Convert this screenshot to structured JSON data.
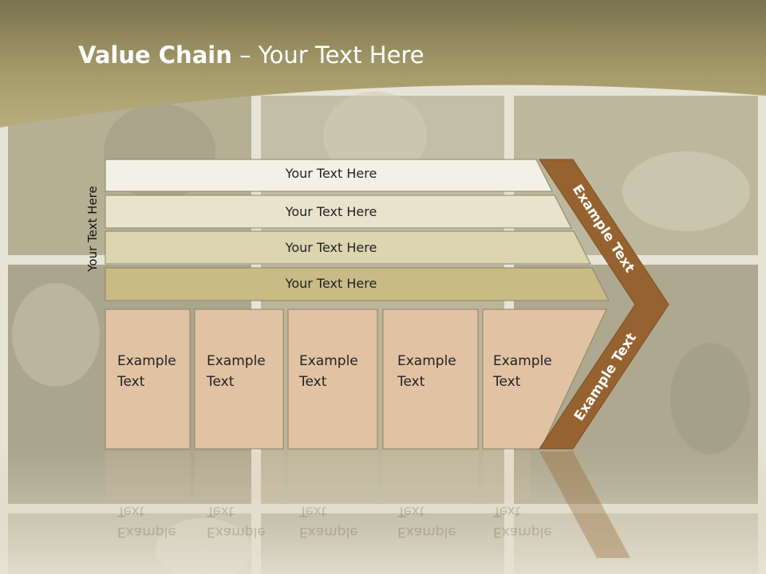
{
  "title": {
    "bold": "Value Chain",
    "rest": " – Your Text Here"
  },
  "side_label": "Your Text Here",
  "rows": [
    "Your Text Here",
    "Your Text Here",
    "Your Text Here",
    "Your Text Here"
  ],
  "boxes": [
    {
      "line1": "Example",
      "line2": "Text"
    },
    {
      "line1": "Example",
      "line2": "Text"
    },
    {
      "line1": "Example",
      "line2": "Text"
    },
    {
      "line1": "Example",
      "line2": "Text"
    },
    {
      "line1": "Example",
      "line2": "Text"
    }
  ],
  "chevron": {
    "upper": "Example Text",
    "lower": "Example Text"
  },
  "colors": {
    "header": "#a99f6d",
    "row1": "#f3f1e6",
    "row2": "#e9e3cd",
    "row3": "#ddd4b0",
    "row4": "#c9bb86",
    "box": "#e1c3a4",
    "chevron": "#96622f"
  }
}
